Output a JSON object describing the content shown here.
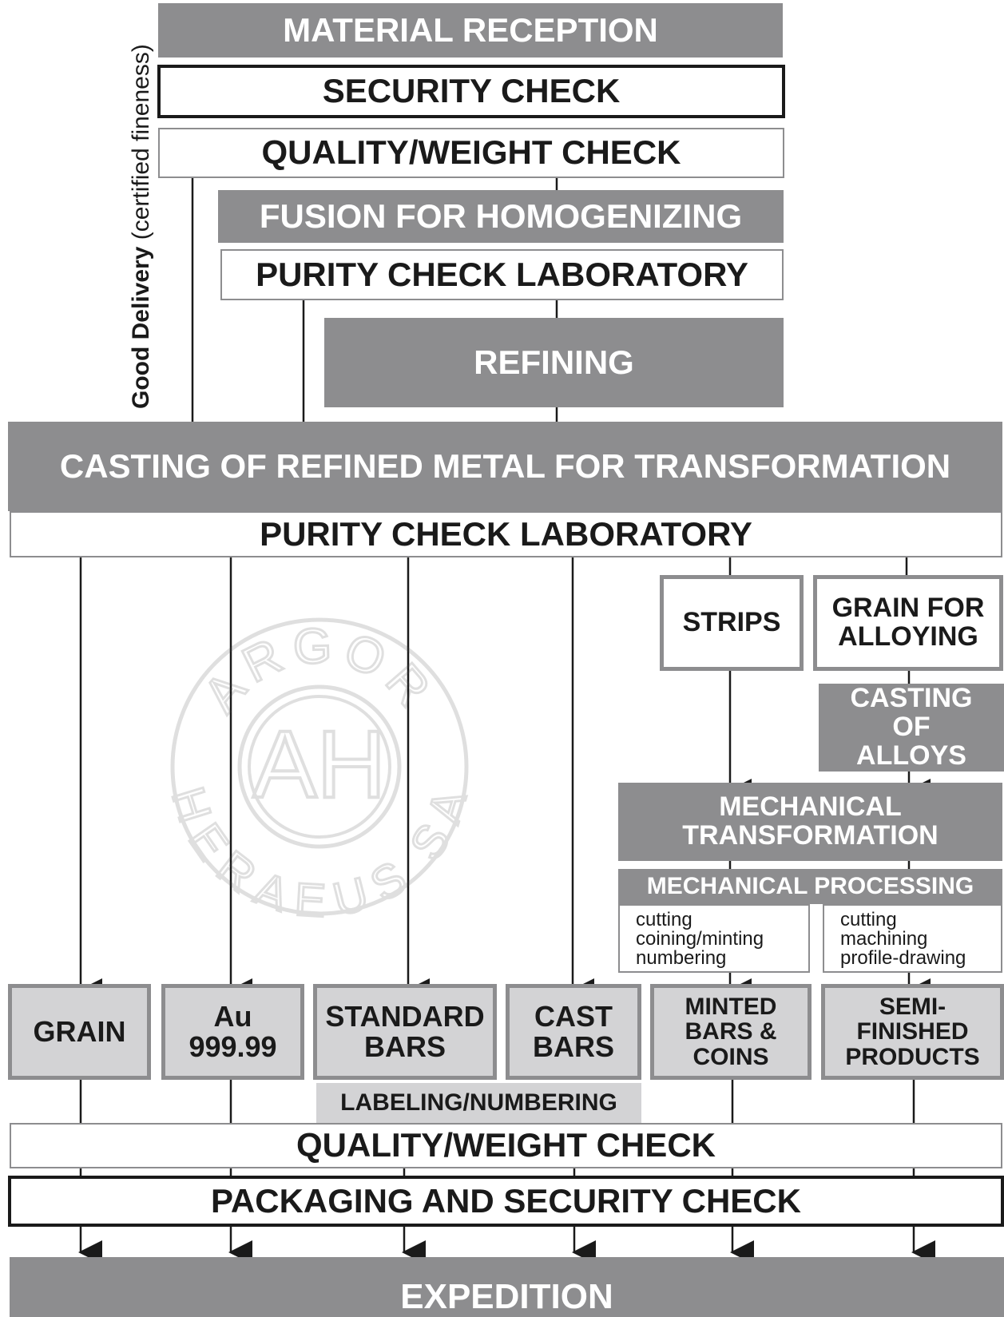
{
  "steps": {
    "material_reception": "MATERIAL RECEPTION",
    "security_check": "SECURITY CHECK",
    "quality_weight_check_top": "QUALITY/WEIGHT CHECK",
    "fusion": "FUSION FOR HOMOGENIZING",
    "purity_lab_top": "PURITY CHECK LABORATORY",
    "refining": "REFINING",
    "casting": "CASTING OF REFINED METAL FOR TRANSFORMATION",
    "purity_lab_main": "PURITY CHECK LABORATORY",
    "strips": "STRIPS",
    "grain_for_alloying": "GRAIN FOR\nALLOYING",
    "casting_of_alloys": "CASTING\nOF\nALLOYS",
    "mechanical_transformation": "MECHANICAL\nTRANSFORMATION",
    "mechanical_processing": "MECHANICAL PROCESSING",
    "processing_left": "cutting\ncoining/minting\nnumbering",
    "processing_right": "cutting\nmachining\nprofile-drawing",
    "labeling": "LABELING/NUMBERING",
    "quality_weight_check_bottom": "QUALITY/WEIGHT CHECK",
    "packaging": "PACKAGING AND SECURITY CHECK",
    "expedition": "EXPEDITION"
  },
  "products": {
    "grain": "GRAIN",
    "au": "Au\n999.99",
    "standard_bars": "STANDARD\nBARS",
    "cast_bars": "CAST\nBARS",
    "minted": "MINTED\nBARS &\nCOINS",
    "semi_finished": "SEMI-\nFINISHED\nPRODUCTS"
  },
  "side_label": {
    "bold": "Good Delivery",
    "normal": "(certified fineness)"
  },
  "watermark": {
    "top_text": "ARGOR",
    "bottom_text": "HERAEUS SA",
    "monogram": "AH"
  },
  "colors": {
    "dark_gray": "#8d8d8f",
    "light_gray": "#d3d3d5",
    "text": "#1a1a1a"
  }
}
